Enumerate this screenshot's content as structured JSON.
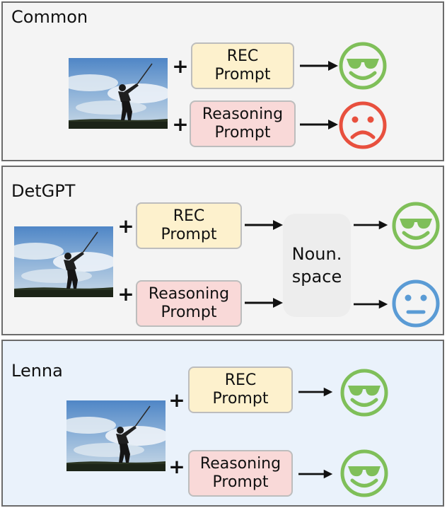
{
  "panels": [
    {
      "title": "Common",
      "rec_prompt": "REC\nPrompt",
      "reasoning_prompt": "Reasoning\nPrompt",
      "rec_result": "happy-sunglasses",
      "reasoning_result": "sad"
    },
    {
      "title": "DetGPT",
      "rec_prompt": "REC\nPrompt",
      "reasoning_prompt": "Reasoning\nPrompt",
      "middle": "Noun.\nspace",
      "rec_result": "happy-sunglasses",
      "reasoning_result": "neutral"
    },
    {
      "title": "Lenna",
      "rec_prompt": "REC\nPrompt",
      "reasoning_prompt": "Reasoning\nPrompt",
      "rec_result": "happy-sunglasses",
      "reasoning_result": "happy-sunglasses"
    }
  ],
  "plus_symbol": "+",
  "colors": {
    "happy": "#7fbf59",
    "sad": "#e8503e",
    "neutral": "#5a9bd5",
    "rec_fill": "#fdf1cd",
    "reasoning_fill": "#f9d9d8",
    "lenna_bg": "#eaf2fb",
    "panel_bg": "#f4f4f4"
  },
  "icons": {
    "photo": "golfer-photo",
    "arrow": "right-arrow"
  }
}
